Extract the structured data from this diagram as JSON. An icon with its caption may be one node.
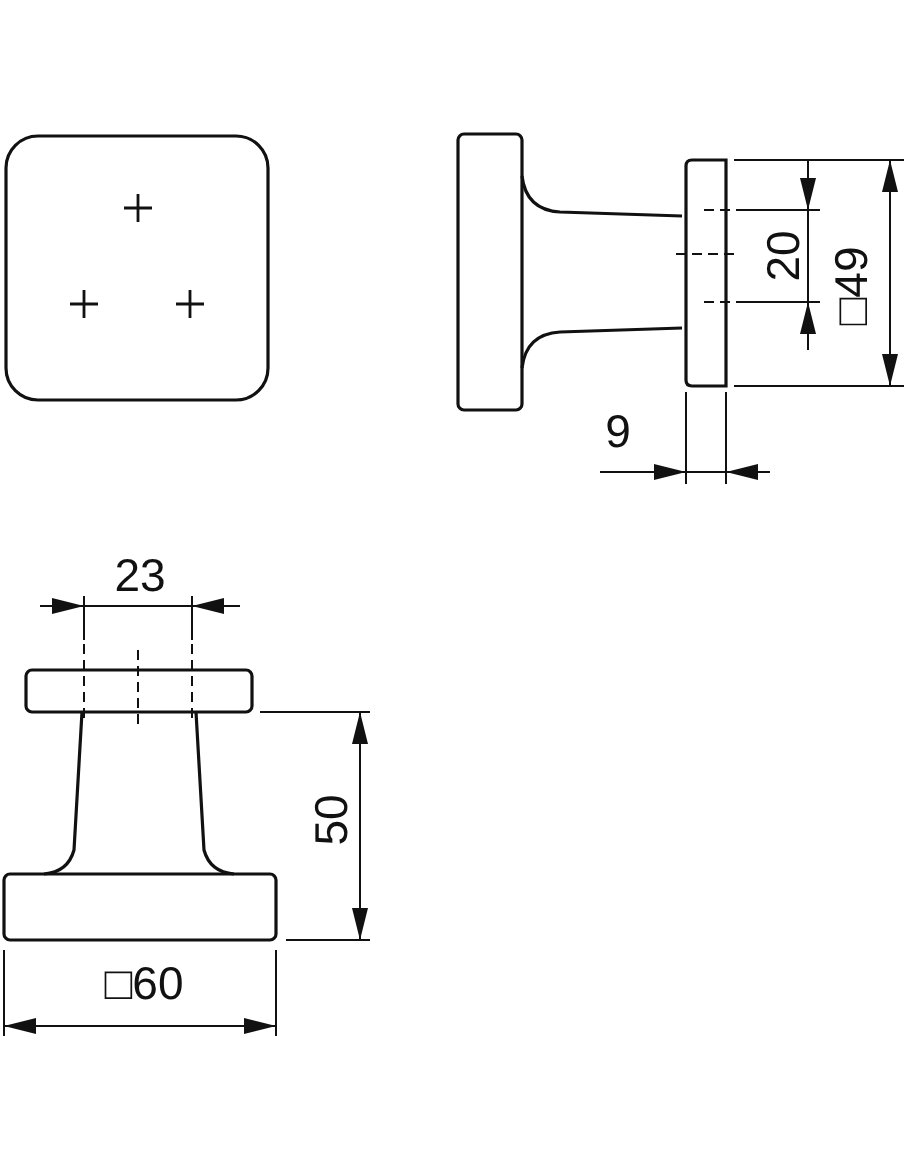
{
  "diagram": {
    "labels": [
      "20",
      "□49",
      "9",
      "23",
      "50",
      "□60"
    ]
  }
}
